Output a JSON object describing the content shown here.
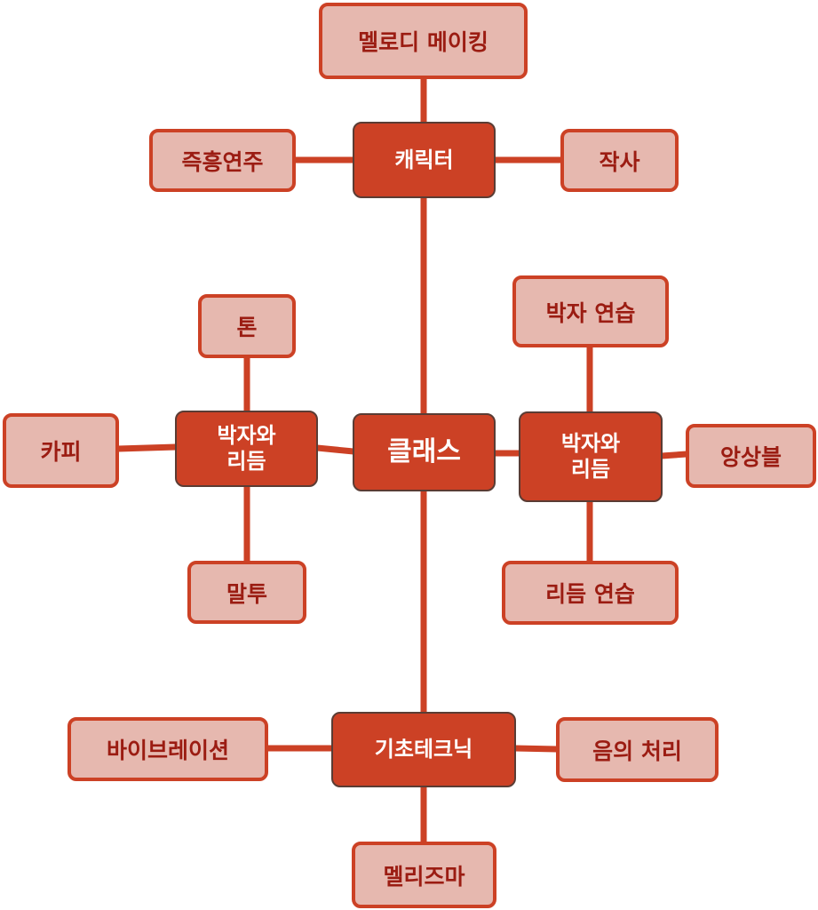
{
  "diagram": {
    "colors": {
      "hub_fill": "#cc4125",
      "leaf_fill": "#e6b8af",
      "leaf_text": "#9b1c12",
      "connector": "#cc4125"
    },
    "center": {
      "label": "클래스"
    },
    "top_hub": {
      "label": "캐릭터",
      "children": {
        "top": "멜로디 메이킹",
        "left": "즉흥연주",
        "right": "작사"
      }
    },
    "left_hub": {
      "label": "박자와\n리듬",
      "children": {
        "top": "톤",
        "left": "카피",
        "bottom": "말투"
      }
    },
    "right_hub": {
      "label": "박자와\n리듬",
      "children": {
        "top": "박자 연습",
        "right": "앙상블",
        "bottom": "리듬 연습"
      }
    },
    "bottom_hub": {
      "label": "기초테크닉",
      "children": {
        "left": "바이브레이션",
        "right": "음의 처리",
        "bottom": "멜리즈마"
      }
    }
  }
}
